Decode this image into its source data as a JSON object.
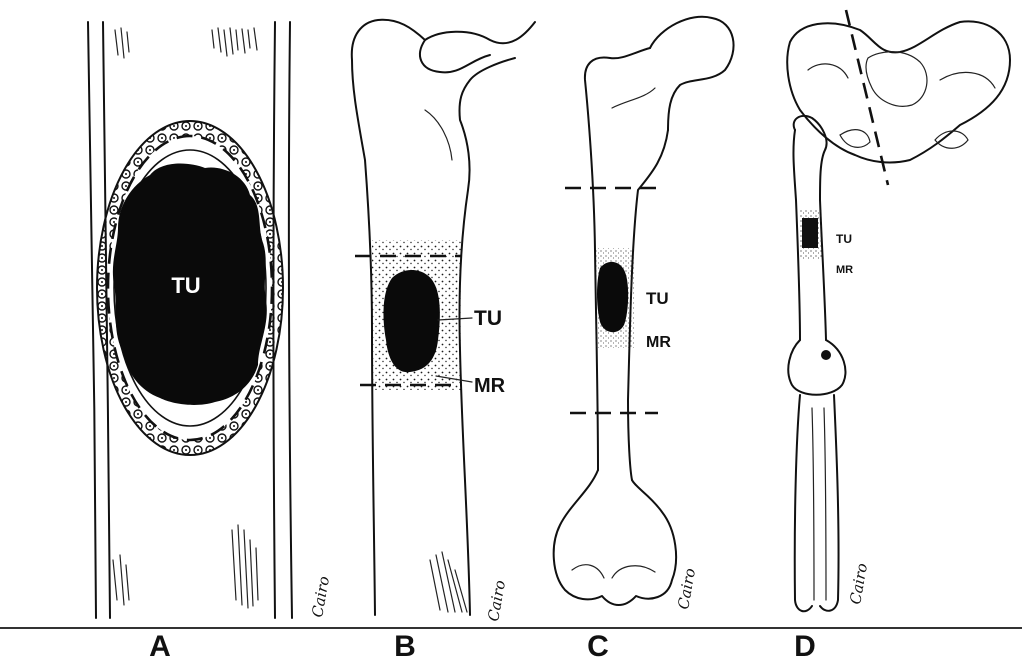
{
  "panels": [
    {
      "id": "A",
      "label": "A",
      "tumor_label": "TU",
      "margin_label": "",
      "signature": "Cairo"
    },
    {
      "id": "B",
      "label": "B",
      "tumor_label": "TU",
      "margin_label": "MR",
      "signature": "Cairo"
    },
    {
      "id": "C",
      "label": "C",
      "tumor_label": "TU",
      "margin_label": "MR",
      "signature": "Cairo"
    },
    {
      "id": "D",
      "label": "D",
      "tumor_label": "TU",
      "margin_label": "MR",
      "signature": "Cairo"
    }
  ],
  "colors": {
    "ink": "#111111",
    "background": "#ffffff"
  }
}
